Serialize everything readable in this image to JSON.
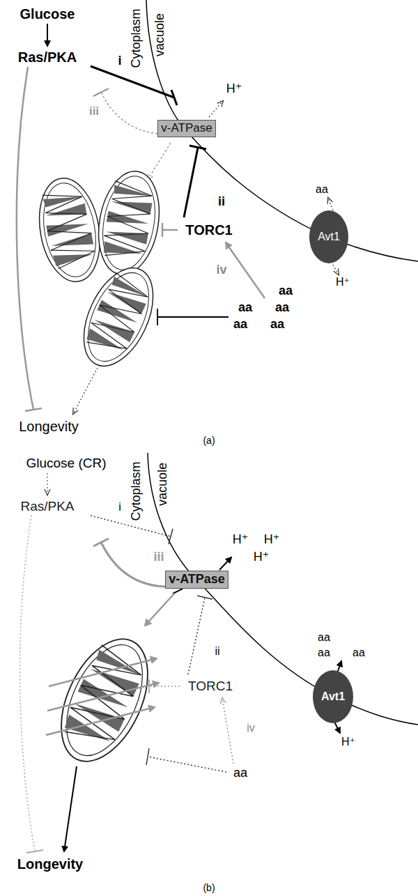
{
  "diagram": {
    "nodes": [
      {
        "text": [
          "v-ATPase"
        ]
      },
      {
        "text": [
          "Avt1"
        ]
      },
      {
        "text": [
          "v-ATPase"
        ]
      },
      {
        "text": [
          "Avt1"
        ]
      }
    ],
    "labels": [
      "Glucose",
      "Ras/PKA",
      "i",
      "iii",
      "Cytoplasm",
      "vacuole",
      "H⁺",
      "ii",
      "TORC1",
      "aa",
      "H⁺",
      "iv",
      "aa",
      "aa",
      "aa",
      "aa",
      "aa",
      "Longevity",
      "(a)",
      "Glucose (CR)",
      "Ras/PKA",
      "i",
      "Cytoplasm",
      "vacuole",
      "iii",
      "H⁺",
      "H⁺",
      "H⁺",
      "ii",
      "TORC1",
      "aa",
      "aa",
      "aa",
      "H⁺",
      "iv",
      "aa",
      "Longevity",
      "(b)"
    ]
  }
}
